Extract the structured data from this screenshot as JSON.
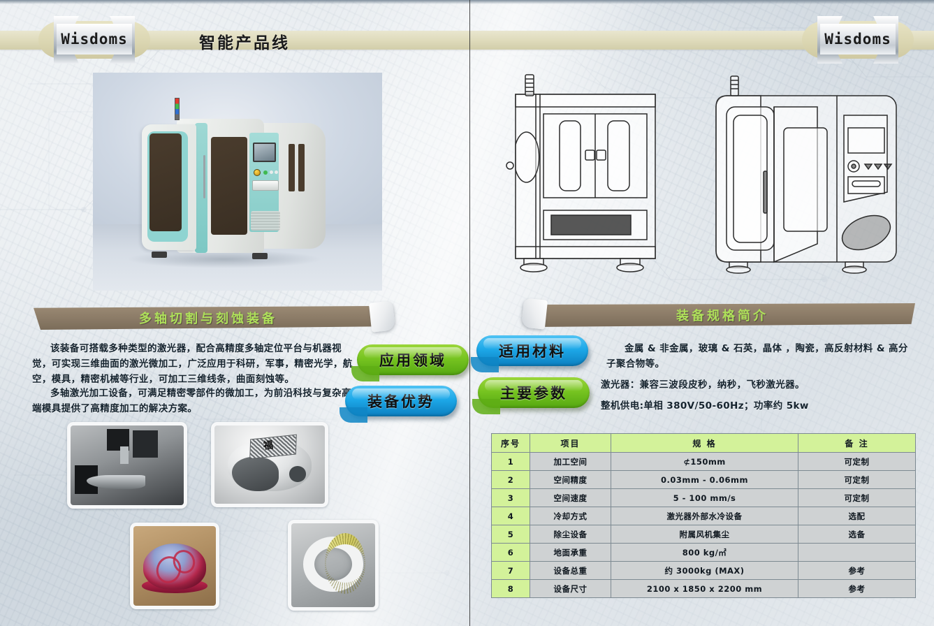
{
  "header": {
    "logo_left": "Wisdoms",
    "logo_right": "Wisdoms",
    "title": "智能产品线"
  },
  "left_panel": {
    "banner_title": "多轴切割与刻蚀装备",
    "paragraph_1": "该装备可搭载多种类型的激光器，配合高精度多轴定位平台与机器视觉，可实现三维曲面的激光微加工，广泛应用于科研，军事，精密光学，航空，模具，精密机械等行业，可加工三维线条，曲面刻蚀等。",
    "paragraph_2": "多轴激光加工设备，可满足精密零部件的微加工，为前沿科技与复杂高端模具提供了高精度加工的解决方案。",
    "pill_application": "应用领域",
    "pill_advantage": "装备优势",
    "hero_alt": "多轴激光加工设备整机效果图",
    "thumbs": [
      {
        "name": "五轴加工头样品",
        "caption": ""
      },
      {
        "name": "福字雕刻戒指样品",
        "glyph": "福"
      },
      {
        "name": "红色球面刻蚀样品",
        "caption": ""
      },
      {
        "name": "陶瓷环刻纹样品",
        "caption": ""
      }
    ]
  },
  "right_panel": {
    "banner_title": "装备规格简介",
    "pill_material": "适用材料",
    "pill_parameter": "主要参数",
    "material_text": "金属 & 非金属，玻璃 & 石英，晶体 ，陶瓷，高反射材料 & 高分子聚合物等。",
    "param_line_1": "激光器：兼容三波段皮秒，纳秒，飞秒激光器。",
    "param_line_2": "整机供电:单相 380V/50-60Hz；功率约 5kw",
    "drawing_front_alt": "设备正视图线稿",
    "drawing_persp_alt": "设备立体外观线稿"
  },
  "spec_table": {
    "headers": [
      "序号",
      "项目",
      "规  格",
      "备  注"
    ],
    "rows": [
      {
        "no": "1",
        "item": "加工空间",
        "spec": "⊄150mm",
        "note": "可定制"
      },
      {
        "no": "2",
        "item": "空间精度",
        "spec": "0.03mm  -  0.06mm",
        "note": "可定制"
      },
      {
        "no": "3",
        "item": "空间速度",
        "spec": "5  -  100 mm/s",
        "note": "可定制"
      },
      {
        "no": "4",
        "item": "冷却方式",
        "spec": "激光器外部水冷设备",
        "note": "选配"
      },
      {
        "no": "5",
        "item": "除尘设备",
        "spec": "附属风机集尘",
        "note": "选备"
      },
      {
        "no": "6",
        "item": "地面承重",
        "spec": "800 kg/㎡",
        "note": ""
      },
      {
        "no": "7",
        "item": "设备总重",
        "spec": "约 3000kg (MAX)",
        "note": "参考"
      },
      {
        "no": "8",
        "item": "设备尺寸",
        "spec": "2100 x 1850 x 2200 mm",
        "note": "参考"
      }
    ]
  },
  "colors": {
    "banner_brown": "#8a7a66",
    "banner_text_green": "#aee05a",
    "pill_green": "#77c421",
    "pill_blue": "#1da8e8",
    "table_header_green": "#d3f29a",
    "table_cell_gray": "#cfd2d3",
    "ribbon_beige": "#dedaba",
    "machine_accent_teal": "#8fd4d1"
  }
}
